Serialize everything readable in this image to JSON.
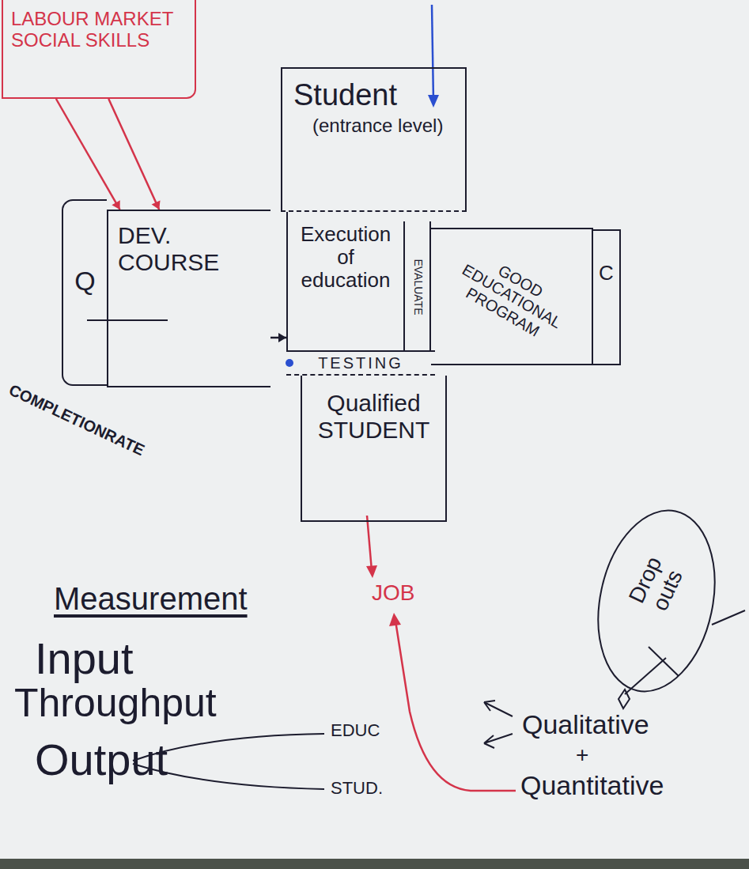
{
  "diagram": {
    "nodes": [
      {
        "text": [
          "LABOUR MARKET SOCIAL SKILLS"
        ]
      },
      {
        "text": [
          "Student",
          "(entrance level)"
        ]
      },
      {
        "text": [
          "Q"
        ]
      },
      {
        "text": [
          "DEV. COURSE"
        ]
      },
      {
        "text": [
          "Execution of education"
        ]
      },
      {
        "text": [
          "EVALUATE"
        ]
      },
      {
        "text": [
          "GOOD EDUCATIONAL PROGRAM"
        ]
      },
      {
        "text": [
          "C"
        ]
      },
      {
        "text": [
          "TESTING"
        ]
      },
      {
        "text": [
          "Qualified STUDENT"
        ]
      },
      {
        "text": [
          "Drop outs"
        ]
      }
    ],
    "edges": [
      {
        "from": 0,
        "to": 3,
        "arrow": "to"
      },
      {
        "from": 0,
        "to": 3,
        "arrow": "to"
      },
      {
        "from": 3,
        "to": 4,
        "arrow": "to"
      }
    ],
    "labels": [
      "COMPLETIONRATE",
      "JOB",
      "Measurement",
      "Input",
      "Throughput",
      "Output",
      "EDUC",
      "STUD.",
      "Qualitative",
      "+",
      "Quantitative"
    ]
  }
}
